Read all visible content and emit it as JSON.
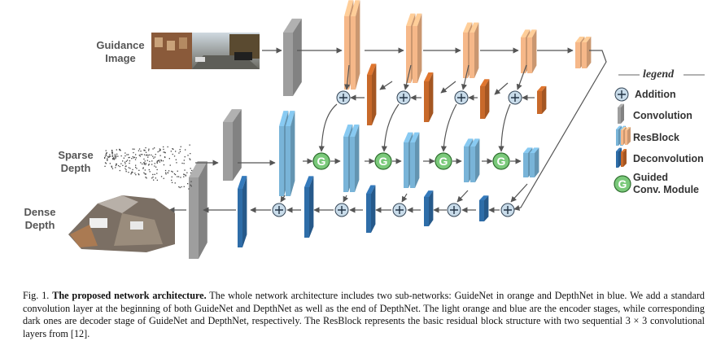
{
  "figure": {
    "input_labels": {
      "guidance": [
        "Guidance",
        "Image"
      ],
      "sparse": [
        "Sparse",
        "Depth"
      ],
      "dense": [
        "Dense",
        "Depth"
      ]
    },
    "legend": {
      "title": "legend",
      "addition": "Addition",
      "convolution": "Convolution",
      "resblock": "ResBlock",
      "deconvolution": "Deconvolution",
      "guided_line1": "Guided",
      "guided_line2": "Conv. Module",
      "g_symbol": "G"
    },
    "colors": {
      "convolution": "#9e9e9e",
      "guidenet_encoder": "#f6b889",
      "guidenet_decoder": "#c8692a",
      "depthnet_encoder": "#79b4d8",
      "depthnet_decoder": "#2e6da8",
      "guided_module": "#7ac97a",
      "addition": "#c9dcea"
    }
  },
  "caption": {
    "label": "Fig. 1.",
    "title": "The proposed network architecture.",
    "body": "The whole network architecture includes two sub-networks: GuideNet in orange and DepthNet in blue. We add a standard convolution layer at the beginning of both GuideNet and DepthNet as well as the end of DepthNet. The light orange and blue are the encoder stages, while corresponding dark ones are decoder stage of GuideNet and DepthNet, respectively. The ResBlock represents the basic residual block structure with two sequential 3 × 3 convolutional layers from [12]."
  }
}
